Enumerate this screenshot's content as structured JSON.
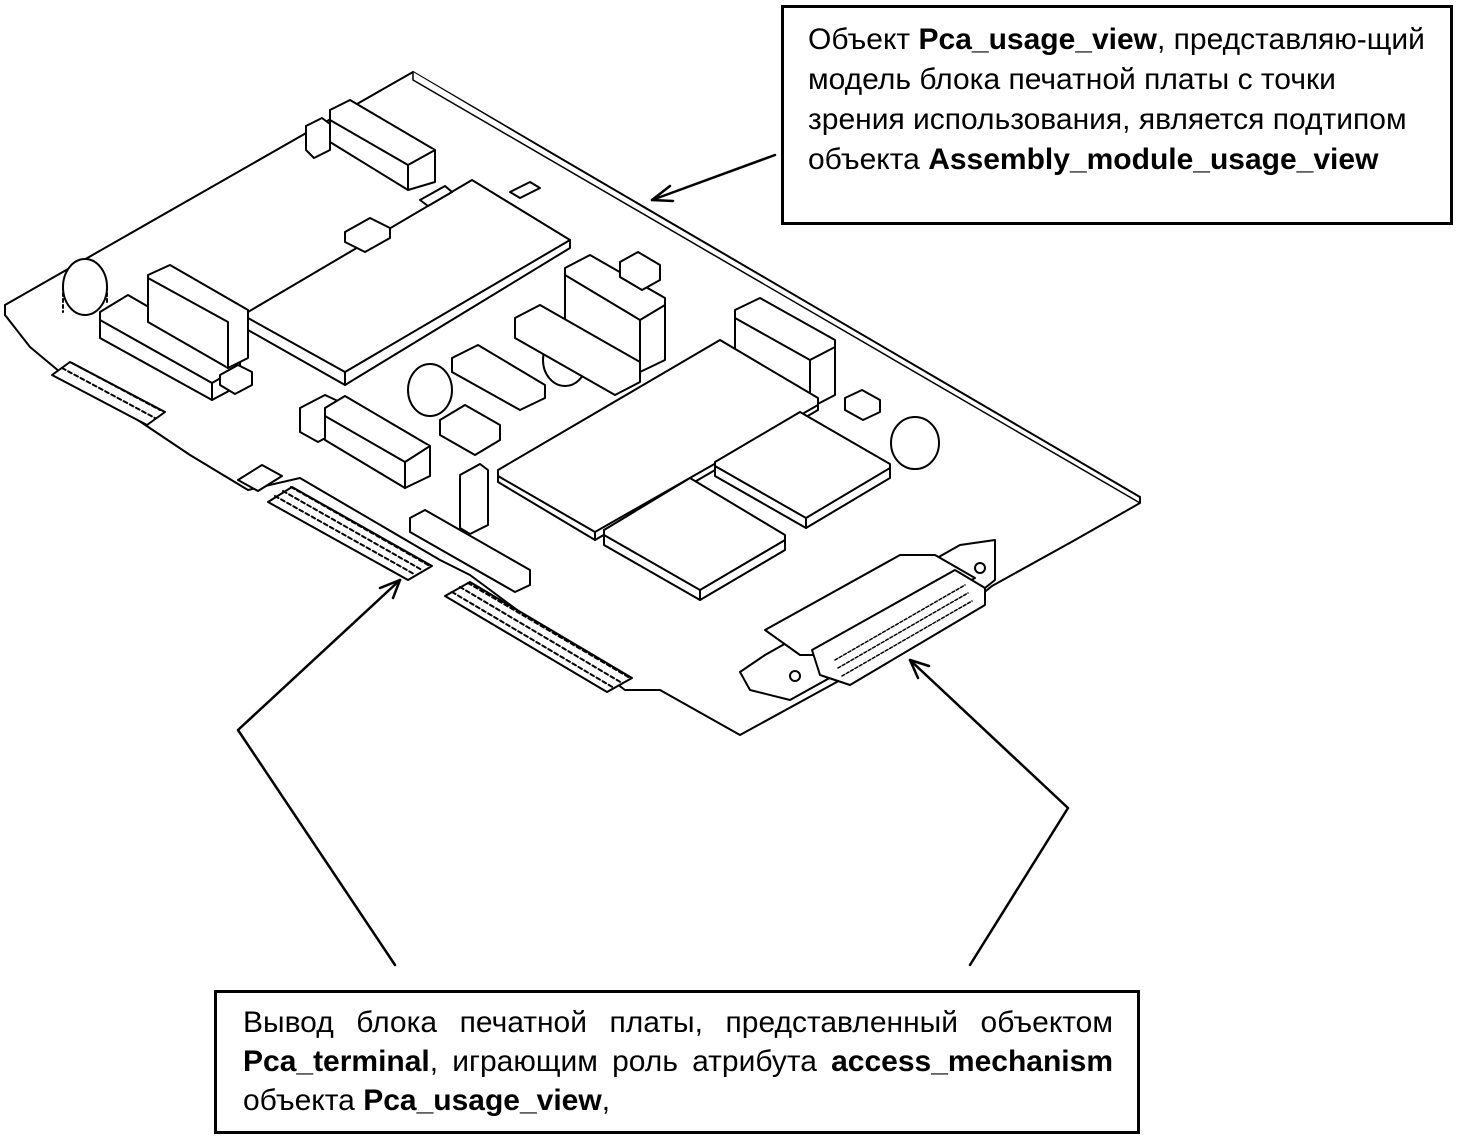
{
  "top_callout": {
    "t1": "Объект ",
    "b1": "Pca_usage_view",
    "t2": ", представляю-щий модель блока печатной платы с точки зрения использования, является подтипом объекта ",
    "b2": "Assembly_module_usage_view"
  },
  "bottom_callout": {
    "t1": "Вывод блока печатной платы, представленный объектом ",
    "b1": "Pca_terminal",
    "t2": ", играющим роль атрибута ",
    "b2": "access_mechanism",
    "t3": " объекта ",
    "b3": "Pca_usage_view",
    "t4": ","
  }
}
